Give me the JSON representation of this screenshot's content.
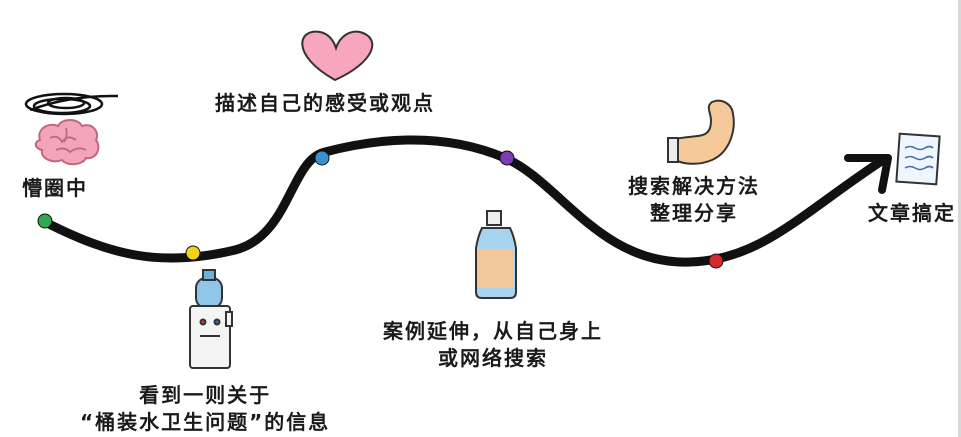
{
  "stages": [
    {
      "id": "confused",
      "lines": [
        "懵圈中"
      ],
      "emoji_color": "#2fa84f",
      "icon": "brain-icon"
    },
    {
      "id": "info",
      "lines": [
        "看到一则关于",
        "“桶装水卫生问题”的信息"
      ],
      "emoji_color": "#f2d21b",
      "icon": "water-dispenser-icon"
    },
    {
      "id": "feeling",
      "lines": [
        "描述自己的感受或观点"
      ],
      "emoji_color": "#3a8fd0",
      "icon": "heart-icon"
    },
    {
      "id": "extend",
      "lines": [
        "案例延伸，从自己身上",
        "或网络搜索"
      ],
      "emoji_color": "#7a3bb5",
      "icon": "water-bottle-icon"
    },
    {
      "id": "solve",
      "lines": [
        "搜索解决方法",
        "整理分享"
      ],
      "emoji_color": "#d42a2a",
      "icon": "flexed-arm-icon"
    },
    {
      "id": "done",
      "lines": [
        "文章搞定"
      ],
      "icon": "document-icon"
    }
  ]
}
